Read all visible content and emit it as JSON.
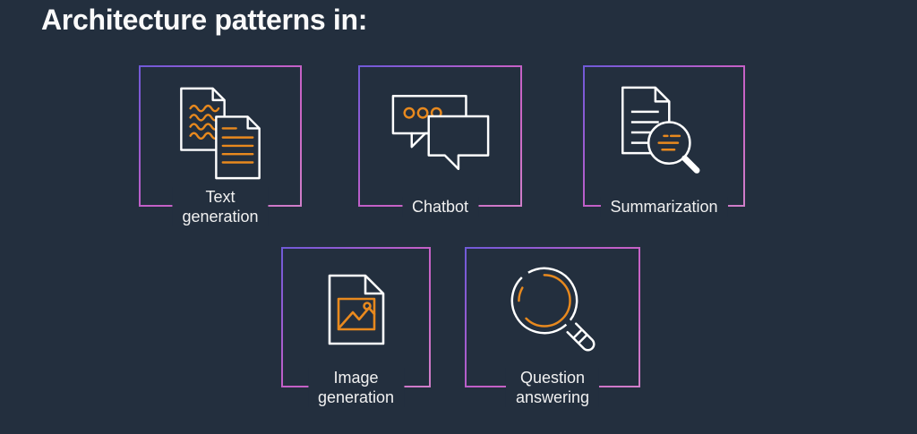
{
  "title": "Architecture patterns in:",
  "colors": {
    "background": "#232F3E",
    "title_text": "#FAFAFA",
    "label_text": "#F1F1F1",
    "border_gradient_start": "#6F5AD7",
    "border_gradient_mid": "#C25FC7",
    "border_gradient_end": "#D07FC9",
    "icon_stroke_white": "#FFFFFF",
    "icon_stroke_orange": "#E8891E"
  },
  "cards": [
    {
      "label": "Text generation",
      "icon": "documents-text-icon"
    },
    {
      "label": "Chatbot",
      "icon": "chat-bubbles-icon"
    },
    {
      "label": "Summarization",
      "icon": "document-magnifier-icon"
    },
    {
      "label": "Image\ngeneration",
      "icon": "image-document-icon"
    },
    {
      "label": "Question\nanswering",
      "icon": "magnifier-icon"
    }
  ]
}
